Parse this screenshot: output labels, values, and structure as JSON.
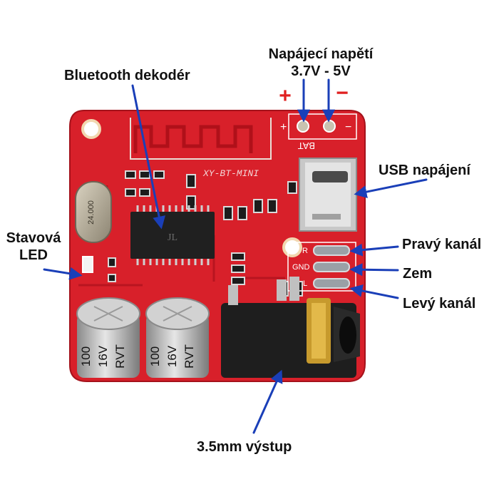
{
  "labels": {
    "power": {
      "title": "Napájecí napětí",
      "range": "3.7V - 5V",
      "plus": "+",
      "minus": "−"
    },
    "decoder": "Bluetooth dekodér",
    "usb": "USB napájení",
    "status_led": {
      "line1": "Stavová",
      "line2": "LED"
    },
    "right_channel": "Pravý kanál",
    "ground": "Zem",
    "left_channel": "Levý kanál",
    "output": "3.5mm výstup"
  },
  "board": {
    "name": "XY-BT-MINI",
    "bat_label": "BAT",
    "pin_plus": "+",
    "pin_minus": "−",
    "crystal": "24.000",
    "chip_logo": "JL",
    "pad_r": "R",
    "pad_gnd": "GND",
    "pad_l": "L",
    "cap1": {
      "value": "100",
      "voltage": "16V",
      "series": "RVT"
    },
    "cap2": {
      "value": "100",
      "voltage": "16V",
      "series": "RVT"
    }
  },
  "colors": {
    "pcb": "#d8202a",
    "arrow": "#1a3fb8",
    "plus_marker": "#e02020",
    "minus_marker": "#e02020"
  }
}
